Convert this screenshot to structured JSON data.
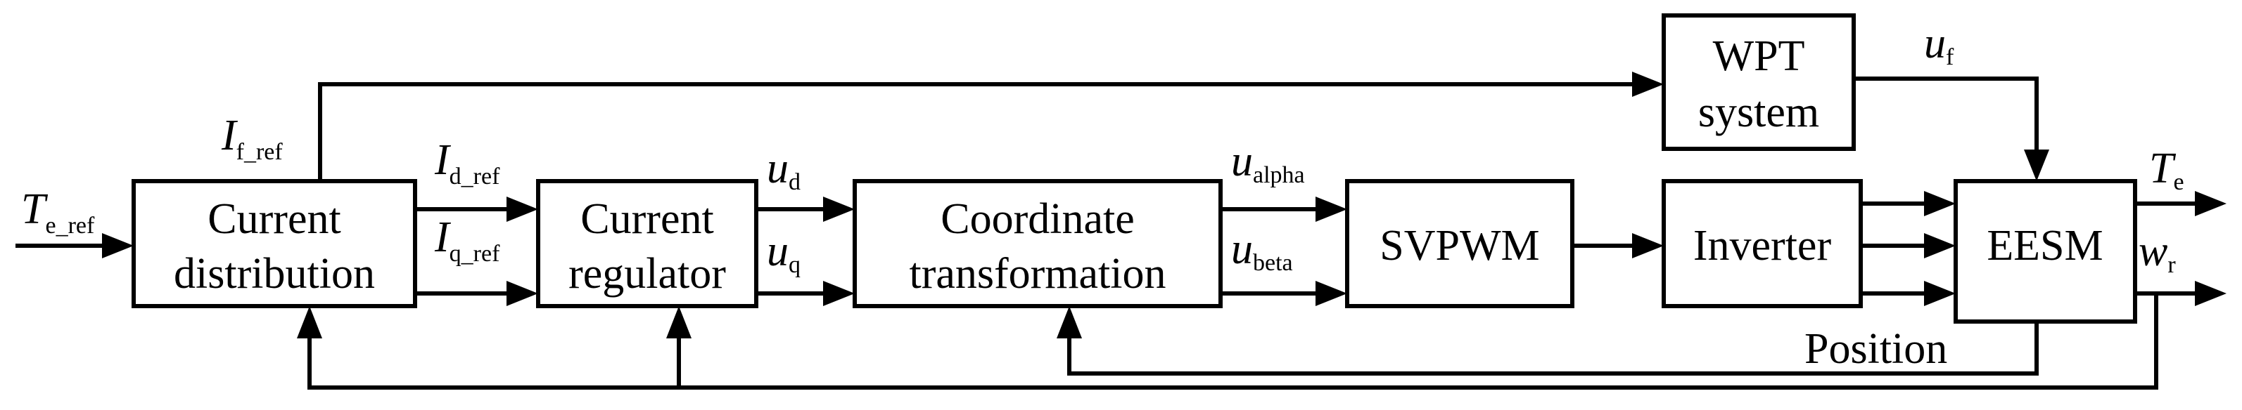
{
  "blocks": {
    "current_distribution": [
      "Current",
      "distribution"
    ],
    "current_regulator": [
      "Current",
      "regulator"
    ],
    "coordinate_transformation": [
      "Coordinate",
      "transformation"
    ],
    "svpwm": "SVPWM",
    "inverter": "Inverter",
    "eesm": "EESM",
    "wpt_system": [
      "WPT",
      "system"
    ]
  },
  "signals": {
    "te_ref": {
      "main": "T",
      "sub": "e_ref"
    },
    "if_ref": {
      "main": "I",
      "sub": "f_ref"
    },
    "id_ref": {
      "main": "I",
      "sub": "d_ref"
    },
    "iq_ref": {
      "main": "I",
      "sub": "q_ref"
    },
    "ud": {
      "main": "u",
      "sub": "d"
    },
    "uq": {
      "main": "u",
      "sub": "q"
    },
    "ualpha": {
      "main": "u",
      "sub": "alpha"
    },
    "ubeta": {
      "main": "u",
      "sub": "beta"
    },
    "uf": {
      "main": "u",
      "sub": "f"
    },
    "te": {
      "main": "T",
      "sub": "e"
    },
    "wr": {
      "main": "w",
      "sub": "r"
    },
    "position": "Position"
  }
}
